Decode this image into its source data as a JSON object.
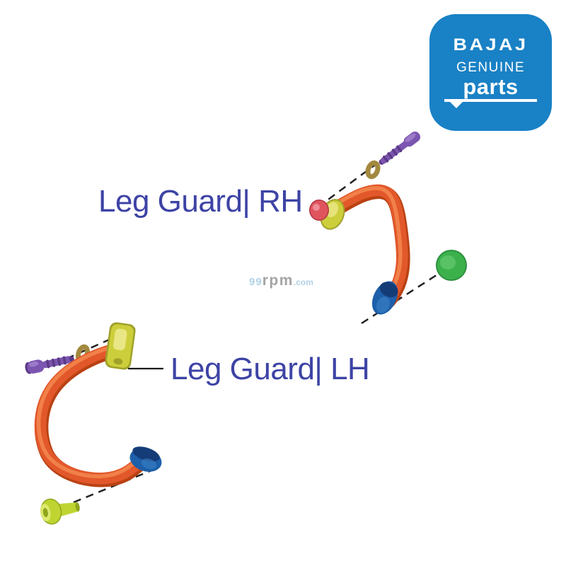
{
  "page": {
    "background_color": "#FFFFFF"
  },
  "logo": {
    "brand": "BAJAJ",
    "line1": "GENUINE",
    "line2": "parts",
    "bg_color": "#1981C5",
    "text_color": "#FFFFFF"
  },
  "labels": {
    "rh": "Leg Guard| RH",
    "lh": "Leg Guard| LH",
    "text_color": "#3D43A5"
  },
  "watermark": {
    "part1": "99",
    "part2": "rpm",
    "part3": ".com",
    "blue_color": "#A9CDE2",
    "gray_color": "#9B9B9B"
  },
  "diagram": {
    "colors": {
      "dash_line": "#222222",
      "leader_line": "#1A1A1A",
      "tube_main": "#E2582B",
      "tube_shadow": "#B94214",
      "tube_highlight": "#F58B51",
      "flange_yellow": "#CDCE3B",
      "flange_yellow_dark": "#9FA22A",
      "flange_yellow_light": "#E9E685",
      "end_cap_red": "#E0545E",
      "end_cap_red_dark": "#B23945",
      "end_cap_red_light": "#F0939B",
      "washer_brass": "#A3893F",
      "bolt_purple": "#7C55B0",
      "bolt_purple_dark": "#5A3A86",
      "bolt_purple_light": "#9C7AC8",
      "mount_cap_blue": "#1D5FA9",
      "mount_cap_blue_dark": "#143C77",
      "mount_cap_blue_light": "#3A80C6",
      "bolt_green": "#3CB14B",
      "bolt_green_dark": "#2E9140",
      "bolt_green_light": "#63C86E",
      "bolt_lime": "#BFD431",
      "bolt_lime_dark": "#8FA51D",
      "bolt_lime_light": "#DDE96E"
    }
  }
}
